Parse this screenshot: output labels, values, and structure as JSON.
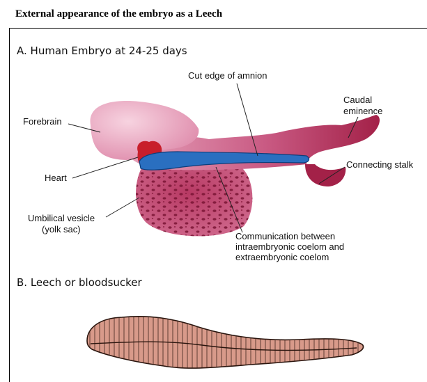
{
  "page_title": "External appearance of the embryo as a Leech",
  "panel_a": {
    "title": "A. Human Embryo at 24-25 days",
    "labels": {
      "cut_edge": "Cut edge of amnion",
      "caudal_1": "Caudal",
      "caudal_2": "eminence",
      "forebrain": "Forebrain",
      "connecting_stalk": "Connecting stalk",
      "heart": "Heart",
      "umbilical_1": "Umbilical vesicle",
      "umbilical_2": "(yolk sac)",
      "communication_1": "Communication between",
      "communication_2": "intraembryonic coelom and",
      "communication_3": "extraembryonic coelom"
    }
  },
  "panel_b": {
    "title": "B. Leech or bloodsucker"
  },
  "colors": {
    "embryo_pink": "#e8a6bd",
    "embryo_crimson": "#a8264f",
    "amnion_blue": "#2a6fc0",
    "heart_red": "#c81e2b",
    "leech_fill": "#d89a8a"
  }
}
